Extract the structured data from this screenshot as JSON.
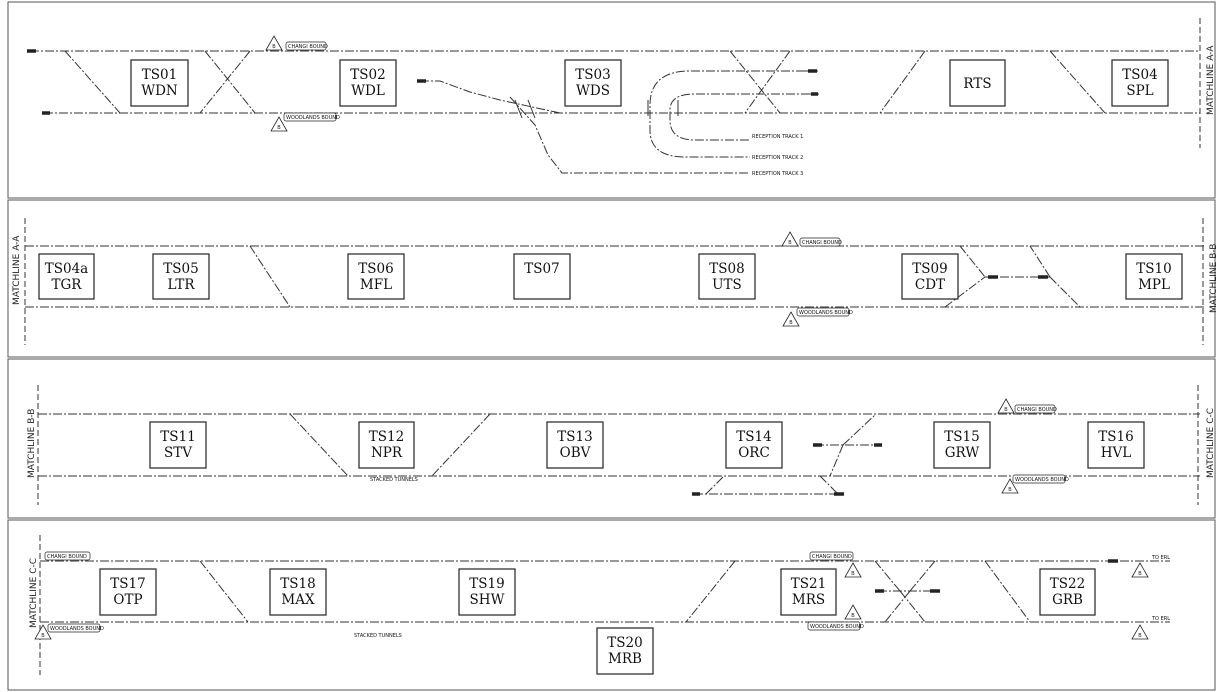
{
  "diagram": {
    "stations": [
      {
        "code": "TS01",
        "abbr": "WDN"
      },
      {
        "code": "TS02",
        "abbr": "WDL"
      },
      {
        "code": "TS03",
        "abbr": "WDS"
      },
      {
        "code": "",
        "abbr": "RTS"
      },
      {
        "code": "TS04",
        "abbr": "SPL"
      },
      {
        "code": "TS04a",
        "abbr": "TGR"
      },
      {
        "code": "TS05",
        "abbr": "LTR"
      },
      {
        "code": "TS06",
        "abbr": "MFL"
      },
      {
        "code": "TS07",
        "abbr": ""
      },
      {
        "code": "TS08",
        "abbr": "UTS"
      },
      {
        "code": "TS09",
        "abbr": "CDT"
      },
      {
        "code": "TS10",
        "abbr": "MPL"
      },
      {
        "code": "TS11",
        "abbr": "STV"
      },
      {
        "code": "TS12",
        "abbr": "NPR"
      },
      {
        "code": "TS13",
        "abbr": "OBV"
      },
      {
        "code": "TS14",
        "abbr": "ORC"
      },
      {
        "code": "TS15",
        "abbr": "GRW"
      },
      {
        "code": "TS16",
        "abbr": "HVL"
      },
      {
        "code": "TS17",
        "abbr": "OTP"
      },
      {
        "code": "TS18",
        "abbr": "MAX"
      },
      {
        "code": "TS19",
        "abbr": "SHW"
      },
      {
        "code": "TS20",
        "abbr": "MRB"
      },
      {
        "code": "TS21",
        "abbr": "MRS"
      },
      {
        "code": "TS22",
        "abbr": "GRB"
      }
    ],
    "matchlines": [
      "MATCHLINE  A-A",
      "MATCHLINE  A-A",
      "MATCHLINE  B-B",
      "MATCHLINE  B-B",
      "MATCHLINE  C-C",
      "MATCHLINE  C-C"
    ],
    "labels": {
      "changi_bound": "CHANGI BOUND",
      "woodlands_bound": "WOODLANDS BOUND",
      "reception_track_1": "RECEPTION TRACK 1",
      "reception_track_2": "RECEPTION TRACK 2",
      "reception_track_3": "RECEPTION TRACK 3",
      "stacked_tunnels": "STACKED TUNNELS",
      "to_erl": "TO ERL",
      "marker": "B"
    }
  }
}
